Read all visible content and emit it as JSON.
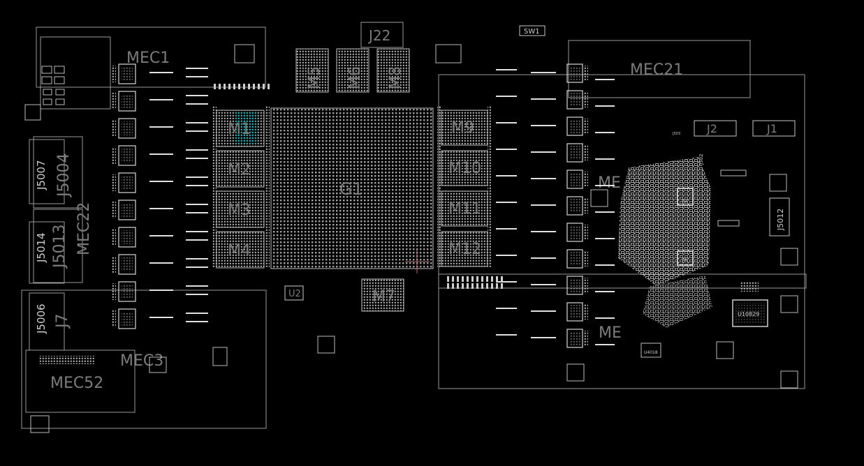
{
  "board": {
    "background": "#000000",
    "outline_color": "#9a9a9a",
    "pad_color": "#d8d8d8",
    "label_color": "#7c7c7c",
    "highlight_color": "#1fa6a6"
  },
  "labels": {
    "g1": "G1",
    "m1": "M1",
    "m2": "M2",
    "m3": "M3",
    "m4": "M4",
    "m5": "M5",
    "m6": "M6",
    "m7": "M7",
    "m8": "M8",
    "m9": "M9",
    "m10": "M10",
    "m11": "M11",
    "m12": "M12",
    "mec1": "MEC1",
    "mec21": "MEC21",
    "mec22": "MEC22",
    "mec3": "MEC3",
    "mec52": "MEC52",
    "me_a": "ME",
    "me_b": "ME",
    "j22": "J22",
    "j2": "J2",
    "j1": "J1",
    "j7": "J7",
    "sw1": "SW1",
    "u2": "U2",
    "j5004": "J5004",
    "j5007": "J5007",
    "j5013": "J5013",
    "j5014": "J5014",
    "j5006": "J5006",
    "j5012": "J5012",
    "u10829": "U10829",
    "j503": "J503",
    "j502": "J502",
    "u3": "U3",
    "u6": "U6",
    "u4018": "U4018"
  }
}
